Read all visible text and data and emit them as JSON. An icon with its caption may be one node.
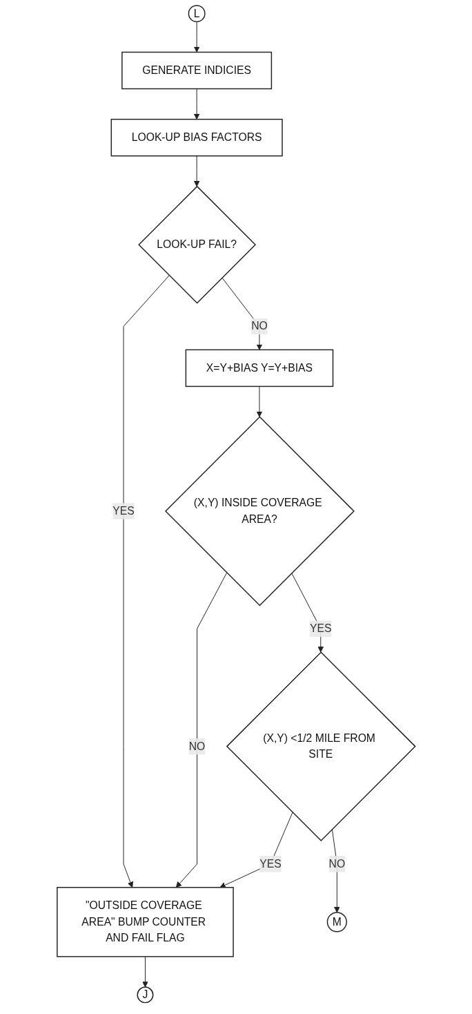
{
  "diagram": {
    "nodes": [
      {
        "text": [
          "L"
        ]
      },
      {
        "text": [
          "GENERATE INDICIES"
        ]
      },
      {
        "text": [
          "LOOK-UP BIAS FACTORS"
        ]
      },
      {
        "text": [
          "LOOK-UP FAIL?"
        ]
      },
      {
        "text": [
          "X=Y+BIAS Y=Y+BIAS"
        ]
      },
      {
        "text": [
          "(X,Y) INSIDE COVERAGE AREA?"
        ]
      },
      {
        "text": [
          "(X,Y) <1/2 MILE FROM SITE"
        ]
      },
      {
        "text": [
          "\"OUTSIDE COVERAGE AREA\" BUMP COUNTER AND FAIL FLAG"
        ]
      },
      {
        "text": [
          "J"
        ]
      },
      {
        "text": [
          "M"
        ]
      }
    ],
    "edges": [
      {
        "from": 0,
        "to": 1,
        "arrow": "to"
      },
      {
        "from": 1,
        "to": 2,
        "arrow": "to"
      },
      {
        "from": 2,
        "to": 3,
        "arrow": "to"
      },
      {
        "from": 3,
        "to": 7,
        "label": "YES",
        "arrow": "to"
      },
      {
        "from": 3,
        "to": 4,
        "label": "NO",
        "arrow": "to"
      },
      {
        "from": 4,
        "to": 5,
        "arrow": "to"
      },
      {
        "from": 5,
        "to": 7,
        "label": "NO",
        "arrow": "to"
      },
      {
        "from": 5,
        "to": 6,
        "label": "YES",
        "arrow": "to"
      },
      {
        "from": 6,
        "to": 7,
        "label": "YES",
        "arrow": "to"
      },
      {
        "from": 6,
        "to": 9,
        "label": "NO",
        "arrow": "to"
      },
      {
        "from": 7,
        "to": 8,
        "arrow": "to"
      }
    ]
  }
}
